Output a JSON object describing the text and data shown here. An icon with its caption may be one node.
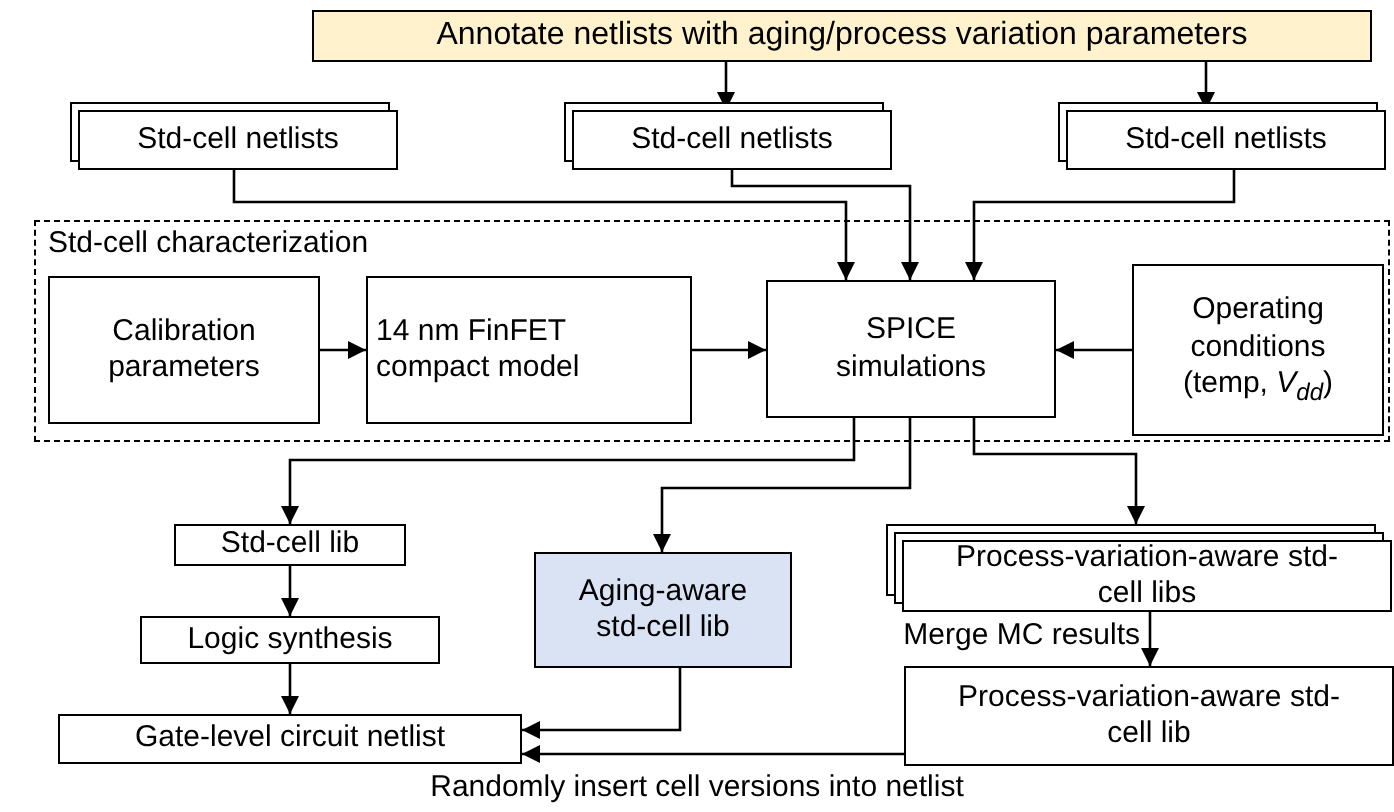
{
  "diagram": {
    "nodes": [
      {
        "text": [
          "Annotate netlists with aging/process variation parameters"
        ]
      },
      {
        "text": [
          "Std-cell netlists"
        ]
      },
      {
        "text": [
          "Std-cell netlists"
        ]
      },
      {
        "text": [
          "Std-cell netlists"
        ]
      },
      {
        "text": [
          "Std-cell characterization"
        ]
      },
      {
        "text": [
          "Calibration parameters"
        ],
        "in": 4
      },
      {
        "text": [
          "14 nm FinFET compact model"
        ],
        "in": 4
      },
      {
        "text": [
          "SPICE simulations"
        ],
        "in": 4
      },
      {
        "text": [
          "Operating conditions (temp, *V*$_{dd}$)"
        ],
        "in": 4
      },
      {
        "text": [
          "Std-cell lib"
        ]
      },
      {
        "text": [
          "Aging-aware std-cell lib"
        ]
      },
      {
        "text": [
          "Process-variation-aware std-cell libs"
        ]
      },
      {
        "text": [
          "Logic synthesis"
        ]
      },
      {
        "text": [
          "Gate-level circuit netlist"
        ]
      },
      {
        "text": [
          "Process-variation-aware std-cell lib"
        ]
      }
    ],
    "edges": [
      {
        "from": 0,
        "to": 2,
        "arrow": "to"
      },
      {
        "from": 0,
        "to": 3,
        "arrow": "to"
      },
      {
        "from": 1,
        "to": 7,
        "arrow": "to"
      },
      {
        "from": 2,
        "to": 7,
        "arrow": "to"
      },
      {
        "from": 3,
        "to": 7,
        "arrow": "to"
      },
      {
        "from": 5,
        "to": 6,
        "arrow": "to"
      },
      {
        "from": 6,
        "to": 7,
        "arrow": "to"
      },
      {
        "from": 8,
        "to": 7,
        "arrow": "to"
      },
      {
        "from": 7,
        "to": 9,
        "arrow": "to"
      },
      {
        "from": 7,
        "to": 10,
        "arrow": "to"
      },
      {
        "from": 7,
        "to": 11,
        "arrow": "to"
      },
      {
        "from": 11,
        "to": 14,
        "arrow": "to",
        "label": "Merge MC results"
      },
      {
        "from": 9,
        "to": 12,
        "arrow": "to"
      },
      {
        "from": 12,
        "to": 13,
        "arrow": "to"
      },
      {
        "from": 10,
        "to": 13,
        "arrow": "to"
      },
      {
        "from": 14,
        "to": 13,
        "arrow": "to"
      }
    ],
    "labels": [
      "Randomly insert cell versions into netlist"
    ]
  }
}
